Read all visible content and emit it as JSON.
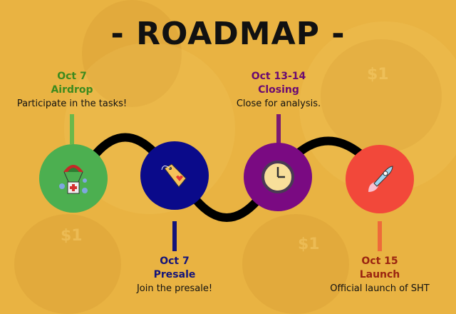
{
  "title": "- ROADMAP -",
  "background_decor": {
    "symbol": "$1"
  },
  "colors": {
    "background": "#e9b342",
    "line": "#000000"
  },
  "milestones": [
    {
      "date": "Oct 7",
      "name": "Airdrop",
      "desc": "Participate in the tasks!",
      "color": "#4caf50",
      "text_color": "#3c8a1e",
      "icon": "parachute-gift-icon"
    },
    {
      "date": "Oct 7",
      "name": "Presale",
      "desc": "Join the presale!",
      "color": "#0a0a8a",
      "text_color": "#14147a",
      "icon": "price-tag-icon"
    },
    {
      "date": "Oct 13-14",
      "name": "Closing",
      "desc": "Close for analysis.",
      "color": "#7a0a82",
      "text_color": "#6a0a72",
      "icon": "clock-icon"
    },
    {
      "date": "Oct 15",
      "name": "Launch",
      "desc": "Official launch of SHT",
      "color": "#f2483a",
      "text_color": "#9a2410",
      "icon": "rocket-icon"
    }
  ]
}
